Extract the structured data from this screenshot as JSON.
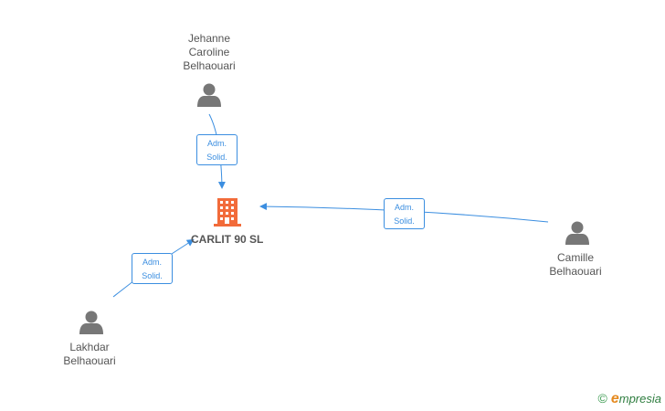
{
  "company": {
    "name": "CARLIT 90 SL",
    "icon": "building-icon",
    "color": "#f26b3a"
  },
  "people": [
    {
      "id": "jehanne",
      "lines": [
        "Jehanne",
        "Caroline",
        "Belhaouari"
      ],
      "icon": "person-icon"
    },
    {
      "id": "camille",
      "lines": [
        "Camille",
        "Belhaouari"
      ],
      "icon": "person-icon"
    },
    {
      "id": "lakhdar",
      "lines": [
        "Lakhdar",
        "Belhaouari"
      ],
      "icon": "person-icon"
    }
  ],
  "relations": [
    {
      "from": "jehanne",
      "lines": [
        "Adm.",
        "Solid."
      ]
    },
    {
      "from": "camille",
      "lines": [
        "Adm.",
        "Solid."
      ]
    },
    {
      "from": "lakhdar",
      "lines": [
        "Adm.",
        "Solid."
      ]
    }
  ],
  "colors": {
    "edge": "#3b8ee0",
    "person": "#777777",
    "label": "#555555"
  },
  "brand": {
    "copyright": "©",
    "initial": "e",
    "rest": "mpresia"
  }
}
